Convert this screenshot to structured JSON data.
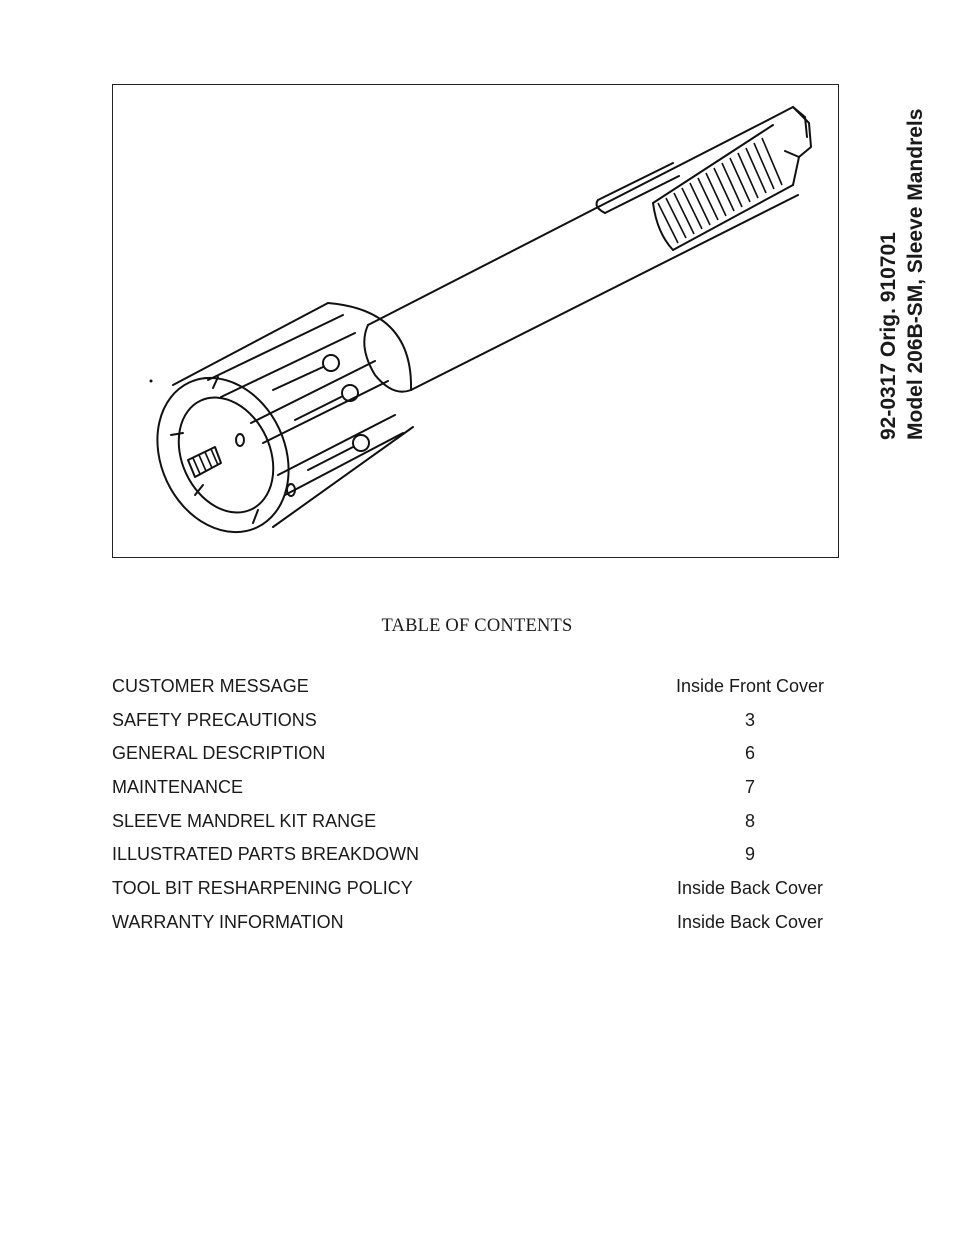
{
  "header": {
    "doc_number_line": "92-0317  Orig. 910701",
    "model_line": "Model 206B-SM, Sleeve Mandrels"
  },
  "figure": {
    "subject": "sleeve-mandrel-tool-illustration"
  },
  "toc": {
    "heading": "TABLE OF CONTENTS",
    "entries": [
      {
        "label": "CUSTOMER MESSAGE",
        "page": "Inside Front Cover"
      },
      {
        "label": "SAFETY PRECAUTIONS",
        "page": "3"
      },
      {
        "label": "GENERAL DESCRIPTION",
        "page": "6"
      },
      {
        "label": "MAINTENANCE",
        "page": "7"
      },
      {
        "label": "SLEEVE MANDREL KIT RANGE",
        "page": "8"
      },
      {
        "label": "ILLUSTRATED PARTS BREAKDOWN",
        "page": "9"
      },
      {
        "label": "TOOL BIT RESHARPENING POLICY",
        "page": "Inside Back Cover"
      },
      {
        "label": "WARRANTY INFORMATION",
        "page": "Inside Back Cover"
      }
    ]
  }
}
